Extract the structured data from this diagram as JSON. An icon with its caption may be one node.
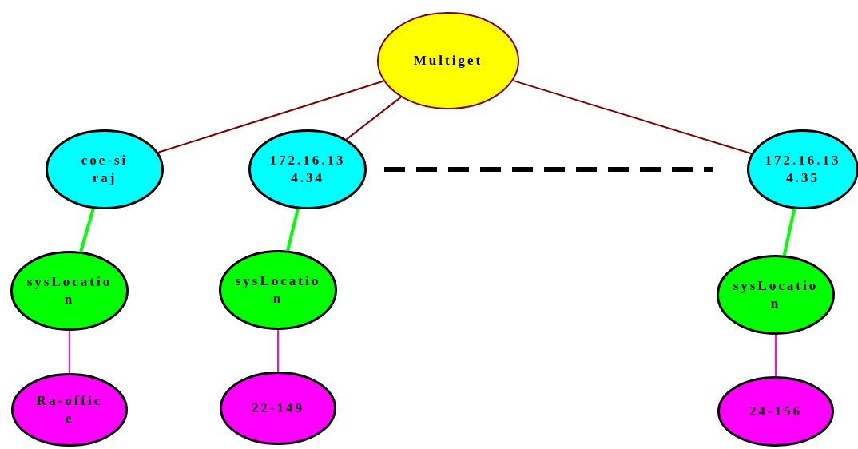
{
  "diagram": {
    "nodes": [
      {
        "text": [
          "Multiget"
        ]
      },
      {
        "text": [
          "coe-siraj"
        ]
      },
      {
        "text": [
          "172.16.134.34"
        ]
      },
      {
        "text": [
          "172.16.134.35"
        ]
      },
      {
        "text": [
          "sysLocation"
        ]
      },
      {
        "text": [
          "sysLocation"
        ]
      },
      {
        "text": [
          "sysLocation"
        ]
      },
      {
        "text": [
          "Ra-office"
        ]
      },
      {
        "text": [
          "22-149"
        ]
      },
      {
        "text": [
          "24-156"
        ]
      }
    ],
    "edges": [
      {
        "from": 0,
        "to": 1,
        "arrow": "none",
        "color": "#800000"
      },
      {
        "from": 0,
        "to": 2,
        "arrow": "none",
        "color": "#800000"
      },
      {
        "from": 0,
        "to": 3,
        "arrow": "none",
        "color": "#800000"
      },
      {
        "from": 2,
        "to": 3,
        "arrow": "none",
        "style": "dashed",
        "color": "#000000"
      },
      {
        "from": 1,
        "to": 4,
        "arrow": "none",
        "style": "thick",
        "color": "#00ff00"
      },
      {
        "from": 2,
        "to": 5,
        "arrow": "none",
        "style": "thick",
        "color": "#00ff00"
      },
      {
        "from": 3,
        "to": 6,
        "arrow": "none",
        "style": "thick",
        "color": "#00ff00"
      },
      {
        "from": 4,
        "to": 7,
        "arrow": "none",
        "color": "#ff00ff"
      },
      {
        "from": 5,
        "to": 8,
        "arrow": "none",
        "color": "#ff00ff"
      },
      {
        "from": 6,
        "to": 9,
        "arrow": "none",
        "color": "#ff00ff"
      }
    ]
  }
}
